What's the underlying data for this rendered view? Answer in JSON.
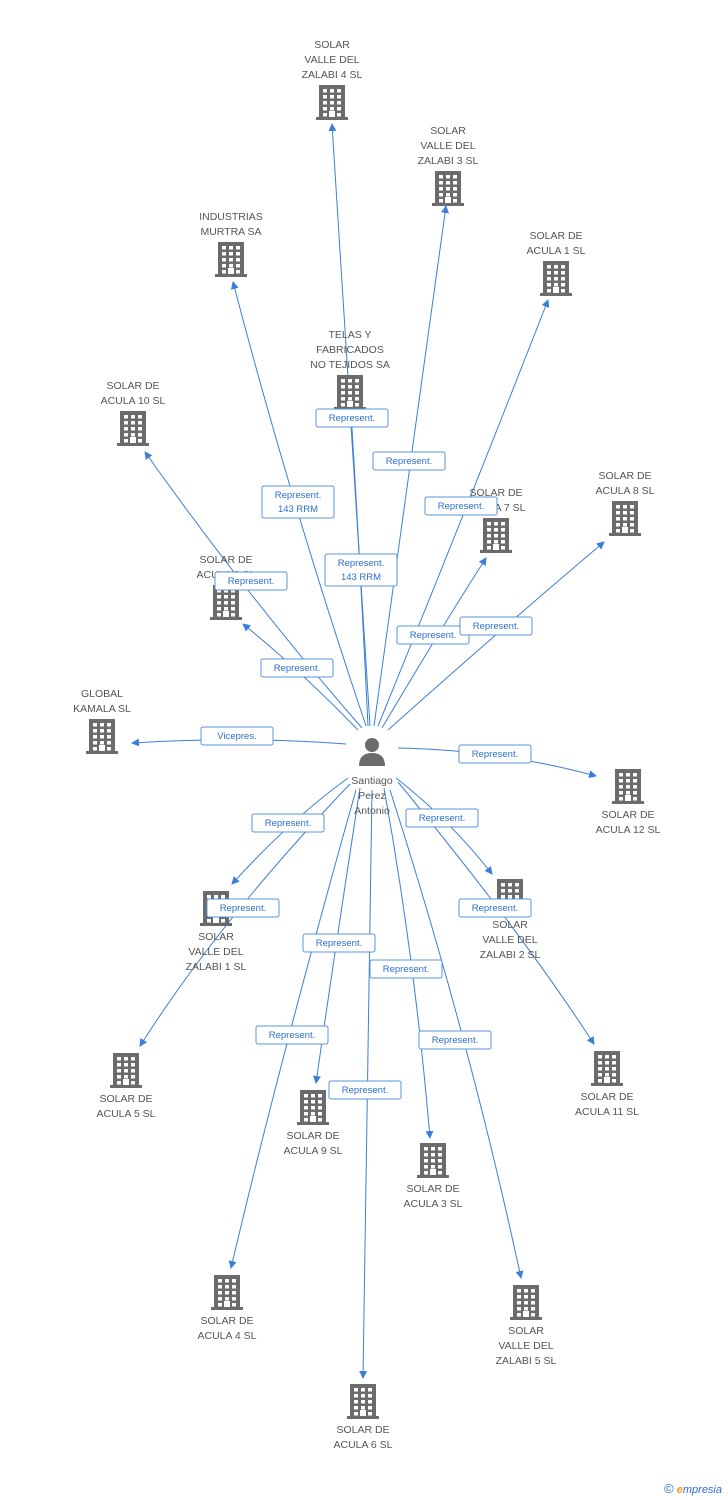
{
  "center": {
    "id": "person",
    "lines": [
      "Santiago",
      "Perez",
      "Antonio"
    ]
  },
  "nodes": [
    {
      "id": "zalabi4",
      "lines": [
        "SOLAR",
        "VALLE DEL",
        "ZALABI 4 SL"
      ]
    },
    {
      "id": "zalabi3",
      "lines": [
        "SOLAR",
        "VALLE DEL",
        "ZALABI 3 SL"
      ]
    },
    {
      "id": "murtra",
      "lines": [
        "INDUSTRIAS",
        "MURTRA SA"
      ]
    },
    {
      "id": "acula1",
      "lines": [
        "SOLAR DE",
        "ACULA 1 SL"
      ]
    },
    {
      "id": "telas",
      "lines": [
        "TELAS Y",
        "FABRICADOS",
        "NO TEJIDOS SA"
      ]
    },
    {
      "id": "acula10",
      "lines": [
        "SOLAR DE",
        "ACULA 10 SL"
      ]
    },
    {
      "id": "acula7",
      "lines": [
        "SOLAR DE",
        "ACULA 7 SL"
      ]
    },
    {
      "id": "acula8",
      "lines": [
        "SOLAR DE",
        "ACULA 8 SL"
      ]
    },
    {
      "id": "acula2",
      "lines": [
        "SOLAR DE",
        "ACULA 2 SL"
      ]
    },
    {
      "id": "kamala",
      "lines": [
        "GLOBAL",
        "KAMALA SL"
      ]
    },
    {
      "id": "acula12",
      "lines": [
        "SOLAR DE",
        "ACULA 12 SL"
      ]
    },
    {
      "id": "zalabi1",
      "lines": [
        "SOLAR",
        "VALLE DEL",
        "ZALABI 1 SL"
      ]
    },
    {
      "id": "zalabi2",
      "lines": [
        "SOLAR",
        "VALLE DEL",
        "ZALABI 2 SL"
      ]
    },
    {
      "id": "acula5",
      "lines": [
        "SOLAR DE",
        "ACULA 5 SL"
      ]
    },
    {
      "id": "acula11",
      "lines": [
        "SOLAR DE",
        "ACULA 11 SL"
      ]
    },
    {
      "id": "acula9",
      "lines": [
        "SOLAR DE",
        "ACULA 9 SL"
      ]
    },
    {
      "id": "acula3",
      "lines": [
        "SOLAR DE",
        "ACULA 3 SL"
      ]
    },
    {
      "id": "acula4",
      "lines": [
        "SOLAR DE",
        "ACULA 4 SL"
      ]
    },
    {
      "id": "zalabi5",
      "lines": [
        "SOLAR",
        "VALLE DEL",
        "ZALABI 5 SL"
      ]
    },
    {
      "id": "acula6",
      "lines": [
        "SOLAR DE",
        "ACULA 6 SL"
      ]
    }
  ],
  "edges": [
    {
      "to": "zalabi4",
      "lines": [
        "Represent.",
        "143 RRM"
      ]
    },
    {
      "to": "telas",
      "lines": [
        "Represent."
      ]
    },
    {
      "to": "zalabi3",
      "lines": [
        "Represent."
      ]
    },
    {
      "to": "murtra",
      "lines": [
        "Represent.",
        "143 RRM"
      ]
    },
    {
      "to": "acula1",
      "lines": [
        "Represent."
      ]
    },
    {
      "to": "acula10",
      "lines": [
        "Represent."
      ]
    },
    {
      "to": "acula7",
      "lines": [
        "Represent."
      ]
    },
    {
      "to": "acula8",
      "lines": [
        "Represent."
      ]
    },
    {
      "to": "acula2",
      "lines": [
        "Represent."
      ]
    },
    {
      "to": "kamala",
      "lines": [
        "Vicepres."
      ]
    },
    {
      "to": "acula12",
      "lines": [
        "Represent."
      ]
    },
    {
      "to": "zalabi1",
      "lines": [
        "Represent."
      ]
    },
    {
      "to": "zalabi2",
      "lines": [
        "Represent."
      ]
    },
    {
      "to": "acula5",
      "lines": [
        "Represent."
      ]
    },
    {
      "to": "acula11",
      "lines": [
        "Represent."
      ]
    },
    {
      "to": "acula9",
      "lines": [
        "Represent."
      ]
    },
    {
      "to": "acula3",
      "lines": [
        "Represent."
      ]
    },
    {
      "to": "acula4",
      "lines": [
        "Represent."
      ]
    },
    {
      "to": "zalabi5",
      "lines": [
        "Represent."
      ]
    },
    {
      "to": "acula6",
      "lines": [
        "Represent."
      ]
    }
  ],
  "footer": {
    "copyright_symbol": "©",
    "brand_initial": "e",
    "brand_rest": "mpresia"
  },
  "colors": {
    "edge": "#3b7fd9",
    "icon": "#6b6b6b",
    "label": "#555555"
  }
}
